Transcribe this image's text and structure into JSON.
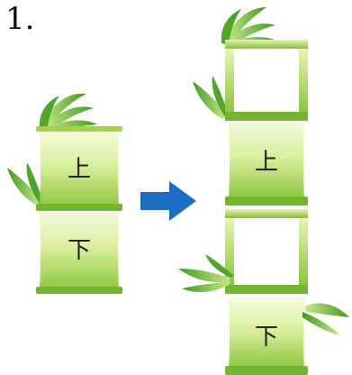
{
  "problem_number": "1.",
  "left_column": [
    "上",
    "下"
  ],
  "right_column": [
    "",
    "上",
    "",
    "下"
  ],
  "arrow_color": "#1b6cc2",
  "bamboo_colors": {
    "light": "#eef7c8",
    "mid": "#b6dc68",
    "dark": "#6aae2a"
  }
}
